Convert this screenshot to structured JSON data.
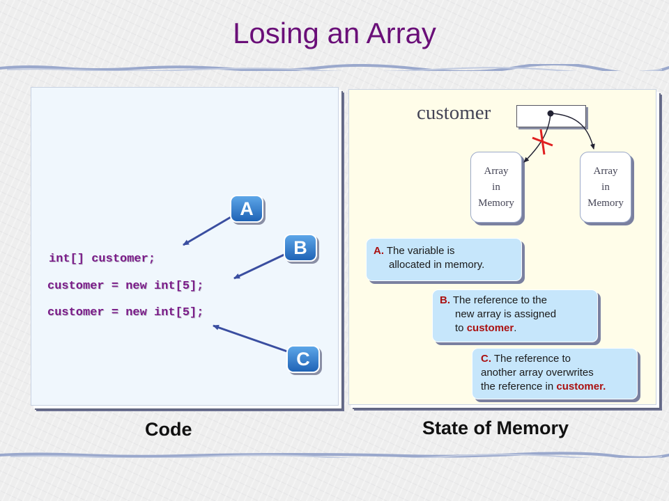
{
  "title": "Losing an Array",
  "code": {
    "lines": [
      "int[] customer;",
      "customer = new int[5];",
      "customer = new int[5];"
    ],
    "label": "Code"
  },
  "badges": {
    "a": "A",
    "b": "B",
    "c": "C"
  },
  "memory": {
    "label": "State of Memory",
    "variable": "customer",
    "arrays": [
      {
        "line1": "Array",
        "line2": "in",
        "line3": "Memory"
      },
      {
        "line1": "Array",
        "line2": "in",
        "line3": "Memory"
      }
    ]
  },
  "notes": {
    "a": {
      "lead": "A.",
      "text1": " The variable  is",
      "text2": "allocated in memory."
    },
    "b": {
      "lead": "B.",
      "text1": " The reference to the",
      "text2": "new array is assigned",
      "text3a": "to ",
      "var": "customer",
      "text3b": "."
    },
    "c": {
      "lead": "C.",
      "text1": " The reference to",
      "text2": "another array overwrites",
      "text3a": "the reference in ",
      "var": "customer."
    }
  },
  "colors": {
    "title": "#6a0f78",
    "code_text": "#7a1b88",
    "badge": "#2f7fd0",
    "note_bg": "#c6e6fb",
    "cross": "#e02020"
  }
}
